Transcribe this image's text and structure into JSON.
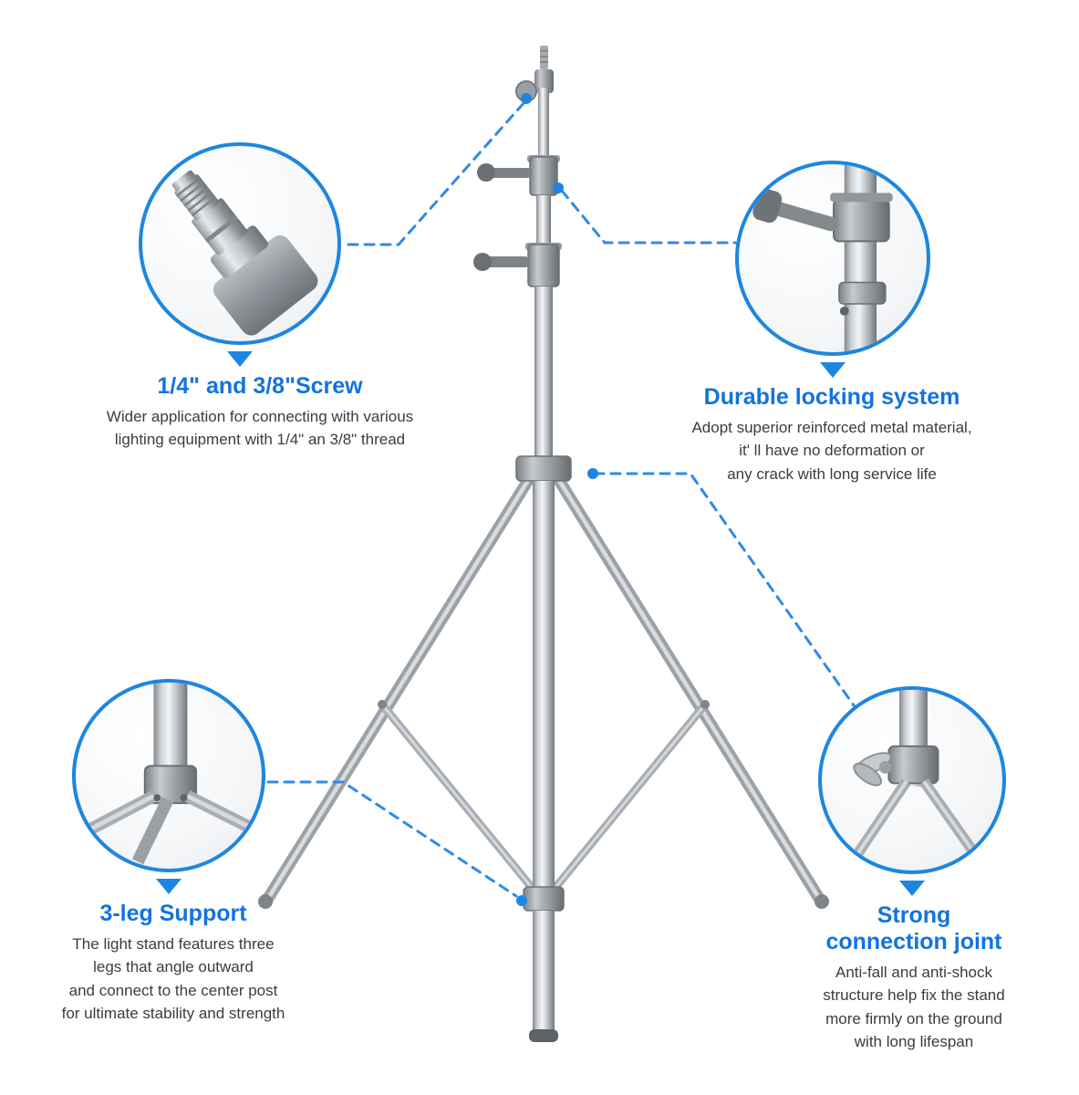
{
  "page": {
    "background": "#ffffff"
  },
  "colors": {
    "accent_blue": "#1373dd",
    "connector_blue": "#2f8ae8",
    "circle_border": "#1e86e0"
  },
  "illustration": {
    "subject": "light-stand-tripod",
    "closeups": [
      "screw-thread-closeup",
      "locking-knob-closeup",
      "leg-hub-closeup",
      "connection-joint-closeup"
    ]
  },
  "features": [
    {
      "id": "screw",
      "title": "1/4\" and 3/8\"Screw",
      "description": "Wider application for connecting with various\nlighting equipment with 1/4\" an 3/8\" thread"
    },
    {
      "id": "locking",
      "title": "Durable locking system",
      "description": "Adopt superior reinforced metal material,\nit' ll have no deformation or\nany crack  with long service life"
    },
    {
      "id": "legs",
      "title": "3-leg Support",
      "description": "The light stand features three\nlegs that angle outward\nand connect to the center post\nfor ultimate stability and strength"
    },
    {
      "id": "joint",
      "title": "Strong\nconnection joint",
      "description": "Anti-fall and anti-shock\nstructure help fix the stand\nmore firmly on the ground\nwith long lifespan"
    }
  ]
}
